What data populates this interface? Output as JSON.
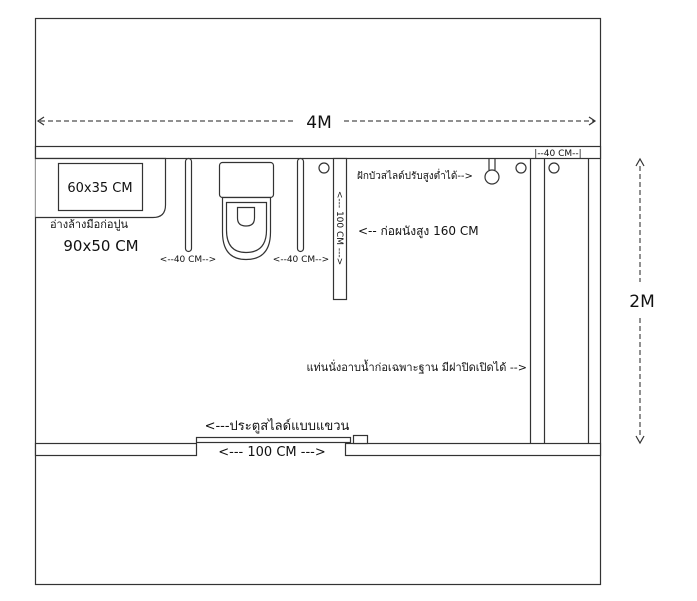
{
  "dimensions": {
    "width_label": "4M",
    "height_label": "2M",
    "shelf_width": "|--40 CM--|"
  },
  "sink": {
    "basin_size": "60x35 CM",
    "label": "อ่างล้างมือก่อปูน",
    "counter_size": "90x50 CM"
  },
  "toilet": {
    "left_clearance": "<--40 CM-->",
    "right_clearance": "<--40 CM-->"
  },
  "partition": {
    "length_label": "<--- 100 CM --->",
    "height_note": "<-- ก่อผนังสูง 160 CM"
  },
  "shower": {
    "label": "ฝักบัวสไลด์ปรับสูงต่ำได้-->"
  },
  "bench": {
    "label": "แท่นนั่งอาบน้ำก่อเฉพาะฐาน มีฝาปิดเปิดได้ -->"
  },
  "door": {
    "label": "<---ประตูสไลด์แบบแขวน",
    "width_label": "<--- 100 CM --->"
  }
}
